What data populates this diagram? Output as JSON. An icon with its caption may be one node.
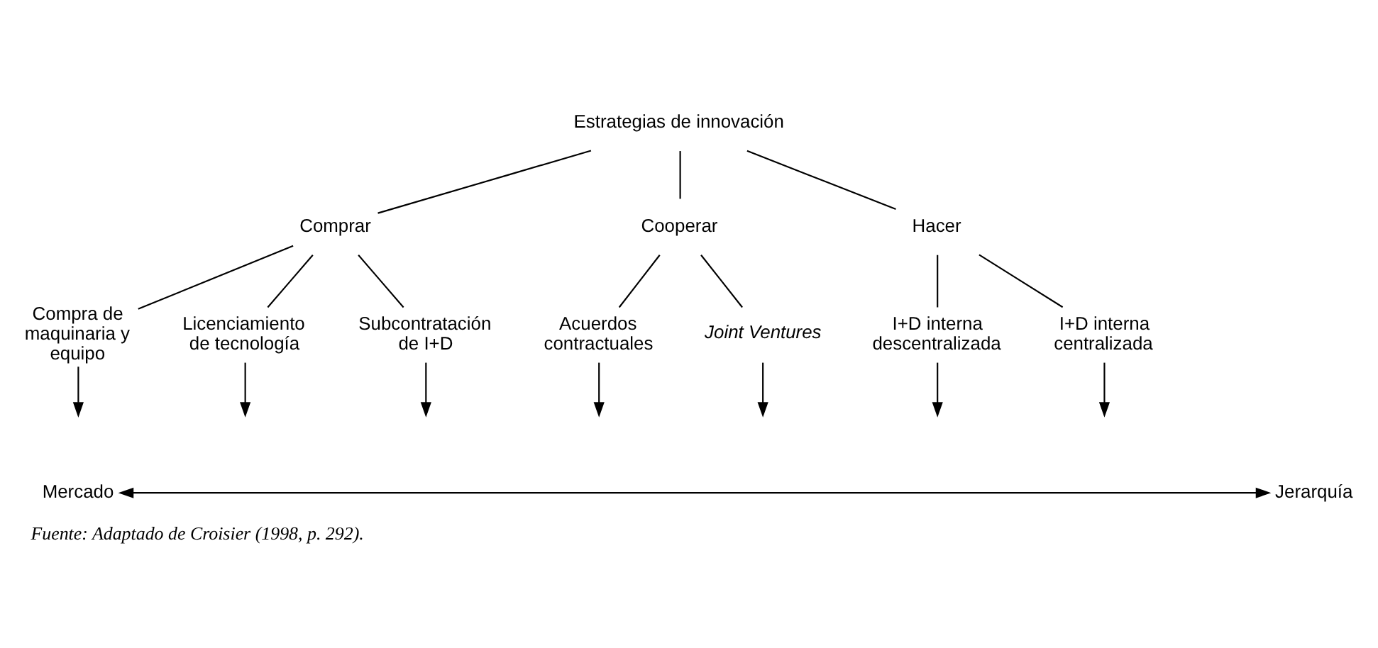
{
  "diagram": {
    "caption": "Fuente: Adaptado de Croisier (1998, p. 292).",
    "nodes": [
      {
        "text": [
          "Estrategias de innovación"
        ]
      },
      {
        "text": [
          "Comprar"
        ]
      },
      {
        "text": [
          "Cooperar"
        ]
      },
      {
        "text": [
          "Hacer"
        ]
      },
      {
        "text": [
          "Compra de maquinaria y equipo"
        ]
      },
      {
        "text": [
          "Licenciamiento de tecnología"
        ]
      },
      {
        "text": [
          "Subcontratación de I+D"
        ]
      },
      {
        "text": [
          "Acuerdos contractuales"
        ]
      },
      {
        "text": [
          "Joint Ventures"
        ]
      },
      {
        "text": [
          "I+D interna descentralizada"
        ]
      },
      {
        "text": [
          "I+D interna centralizada"
        ]
      },
      {
        "text": [
          "Mercado"
        ]
      },
      {
        "text": [
          "Jerarquía"
        ]
      }
    ],
    "edges": [
      {
        "from": 0,
        "to": 1,
        "arrow": "none"
      },
      {
        "from": 0,
        "to": 2,
        "arrow": "none"
      },
      {
        "from": 0,
        "to": 3,
        "arrow": "none"
      },
      {
        "from": 1,
        "to": 4,
        "arrow": "none"
      },
      {
        "from": 1,
        "to": 5,
        "arrow": "none"
      },
      {
        "from": 1,
        "to": 6,
        "arrow": "none"
      },
      {
        "from": 2,
        "to": 7,
        "arrow": "none"
      },
      {
        "from": 2,
        "to": 8,
        "arrow": "none"
      },
      {
        "from": 3,
        "to": 9,
        "arrow": "none"
      },
      {
        "from": 3,
        "to": 10,
        "arrow": "none"
      },
      {
        "from": 4,
        "to": null,
        "arrow": "to"
      },
      {
        "from": 5,
        "to": null,
        "arrow": "to"
      },
      {
        "from": 6,
        "to": null,
        "arrow": "to"
      },
      {
        "from": 7,
        "to": null,
        "arrow": "to"
      },
      {
        "from": 8,
        "to": null,
        "arrow": "to"
      },
      {
        "from": 9,
        "to": null,
        "arrow": "to"
      },
      {
        "from": 10,
        "to": null,
        "arrow": "to"
      },
      {
        "from": 11,
        "to": 12,
        "arrow": "both"
      }
    ]
  }
}
